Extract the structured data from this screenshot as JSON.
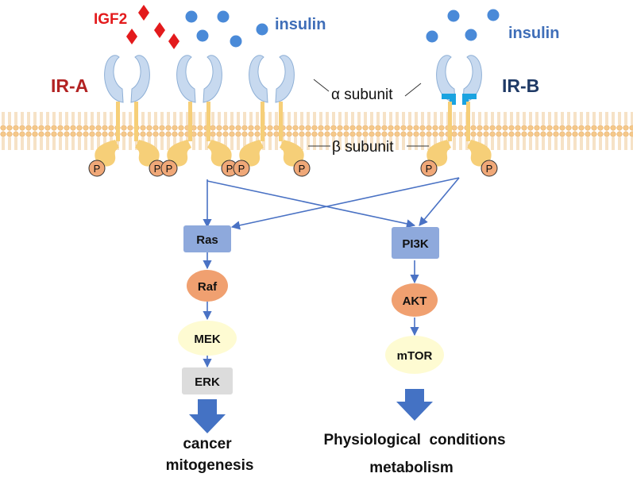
{
  "ligands": {
    "igf2": "IGF2",
    "insulin_left": "insulin",
    "insulin_right": "insulin"
  },
  "receptors": {
    "ir_a": "IR-A",
    "ir_b": "IR-B"
  },
  "subunits": {
    "alpha": "α subunit",
    "beta": "β subunit"
  },
  "phospho_mark": "P",
  "pathway_left": {
    "nodes": [
      "Ras",
      "Raf",
      "MEK",
      "ERK"
    ],
    "outcome": [
      "cancer",
      "mitogenesis"
    ]
  },
  "pathway_right": {
    "nodes": [
      "PI3K",
      "AKT",
      "mTOR"
    ],
    "outcome": [
      "Physiological  conditions",
      "metabolism"
    ]
  },
  "colors": {
    "igf2": "#e31a1c",
    "insulin": "#3f7fd0",
    "ir_a": "#b22222",
    "ir_b": "#1f3a66",
    "receptor_alpha": "#c7d9ef",
    "receptor_beta": "#f6cf78",
    "binding_site": "#1aa3e0",
    "membrane_head": "#f5c88a",
    "phosphate": "#f0a878",
    "arrow": "#4a72c4",
    "ras": "#8ea9dc",
    "raf": "#f0a070",
    "mek": "#fefbd2",
    "erk": "#dcdcdc",
    "pi3k": "#8ea9dc",
    "akt": "#f0a070",
    "mtor": "#fefbd2",
    "big_arrow": "#4472c4"
  }
}
